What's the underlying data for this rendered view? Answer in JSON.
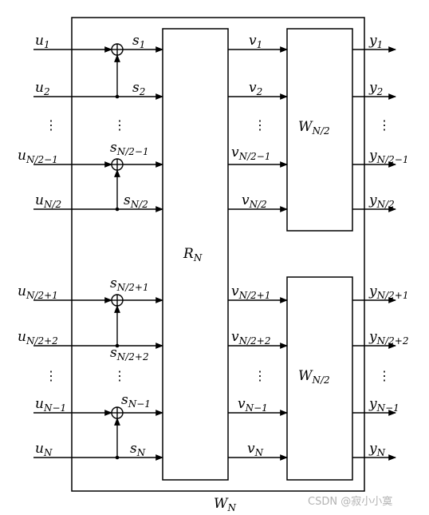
{
  "outer_block": {
    "label": "W",
    "label_sub": "N"
  },
  "center_block": {
    "label": "R",
    "label_sub": "N"
  },
  "upper_block": {
    "label": "W",
    "label_sub": "N/2"
  },
  "lower_block": {
    "label": "W",
    "label_sub": "N/2"
  },
  "inputs": [
    {
      "base": "u",
      "sub": "1"
    },
    {
      "base": "u",
      "sub": "2"
    },
    {
      "base": "u",
      "sub": "N/2−1"
    },
    {
      "base": "u",
      "sub": "N/2"
    },
    {
      "base": "u",
      "sub": "N/2+1"
    },
    {
      "base": "u",
      "sub": "N/2+2"
    },
    {
      "base": "u",
      "sub": "N−1"
    },
    {
      "base": "u",
      "sub": "N"
    }
  ],
  "s_signals": [
    {
      "base": "s",
      "sub": "1"
    },
    {
      "base": "s",
      "sub": "2"
    },
    {
      "base": "s",
      "sub": "N/2−1"
    },
    {
      "base": "s",
      "sub": "N/2"
    },
    {
      "base": "s",
      "sub": "N/2+1"
    },
    {
      "base": "s",
      "sub": "N/2+2"
    },
    {
      "base": "s",
      "sub": "N−1"
    },
    {
      "base": "s",
      "sub": "N"
    }
  ],
  "v_signals": [
    {
      "base": "v",
      "sub": "1"
    },
    {
      "base": "v",
      "sub": "2"
    },
    {
      "base": "v",
      "sub": "N/2−1"
    },
    {
      "base": "v",
      "sub": "N/2"
    },
    {
      "base": "v",
      "sub": "N/2+1"
    },
    {
      "base": "v",
      "sub": "N/2+2"
    },
    {
      "base": "v",
      "sub": "N−1"
    },
    {
      "base": "v",
      "sub": "N"
    }
  ],
  "outputs": [
    {
      "base": "y",
      "sub": "1"
    },
    {
      "base": "y",
      "sub": "2"
    },
    {
      "base": "y",
      "sub": "N/2−1"
    },
    {
      "base": "y",
      "sub": "N/2"
    },
    {
      "base": "y",
      "sub": "N/2+1"
    },
    {
      "base": "y",
      "sub": "N/2+2"
    },
    {
      "base": "y",
      "sub": "N−1"
    },
    {
      "base": "y",
      "sub": "N"
    }
  ],
  "ellipsis": "⋮",
  "watermark": "CSDN @寂小小寞"
}
